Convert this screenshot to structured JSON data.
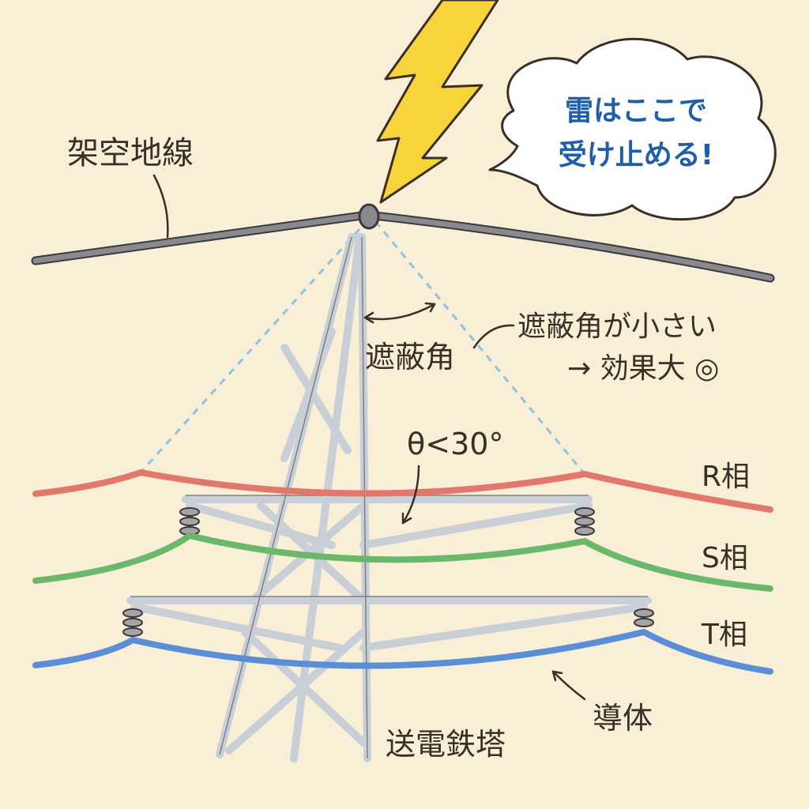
{
  "labels": {
    "ground_wire": "架空地線",
    "shield_angle": "遮蔽角",
    "note_line1": "遮蔽角が小さい",
    "note_line2": "→ 効果大 ◎",
    "angle_condition": "θ<30°",
    "phase_r": "R相",
    "phase_s": "S相",
    "phase_t": "T相",
    "conductor": "導体",
    "tower": "送電鉄塔"
  },
  "speech_bubble": {
    "line1": "雷はここで",
    "line2": "受け止める!"
  },
  "colors": {
    "background": "#f8efd6",
    "ground_wire": "#6e6e72",
    "phase_r": "#e2776c",
    "phase_s": "#6bb86a",
    "phase_t": "#5a8fd8",
    "lightning": "#f6d43a",
    "shield_line": "#8ec3e6",
    "bubble_text": "#1f5ea8"
  }
}
